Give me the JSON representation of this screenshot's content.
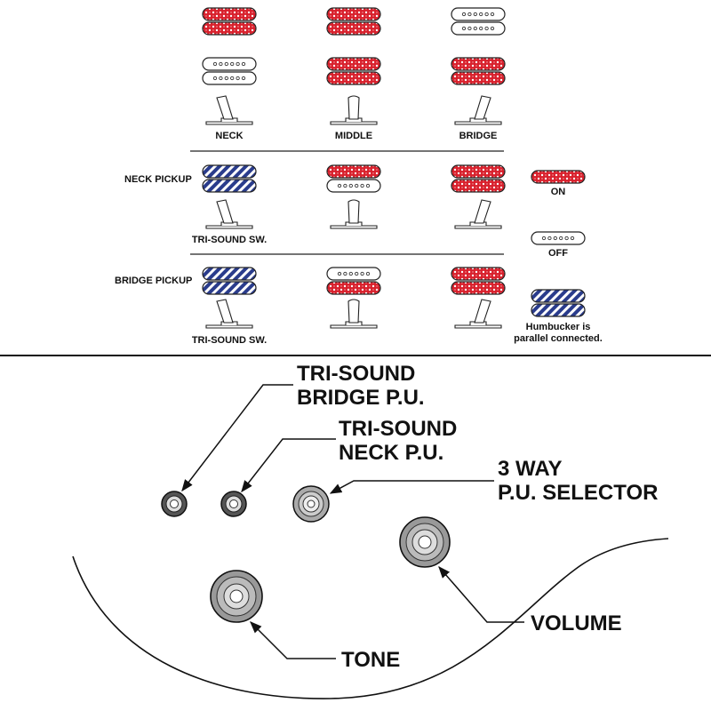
{
  "header_row": {
    "neck_label": "NECK",
    "middle_label": "MIDDLE",
    "bridge_label": "BRIDGE"
  },
  "neck_pickup_row": {
    "row_label": "NECK PICKUP",
    "switch_label": "TRI-SOUND SW."
  },
  "bridge_pickup_row": {
    "row_label": "BRIDGE PICKUP",
    "switch_label": "TRI-SOUND SW."
  },
  "legend": {
    "on_label": "ON",
    "off_label": "OFF",
    "parallel_line1": "Humbucker is",
    "parallel_line2": "parallel connected."
  },
  "controls": {
    "tri_sound_bridge_line1": "TRI-SOUND",
    "tri_sound_bridge_line2": "BRIDGE P.U.",
    "tri_sound_neck_line1": "TRI-SOUND",
    "tri_sound_neck_line2": "NECK P.U.",
    "selector_line1": "3 WAY",
    "selector_line2": "P.U. SELECTOR",
    "volume_label": "VOLUME",
    "tone_label": "TONE"
  },
  "colors": {
    "on_red": "#d8202c",
    "parallel_blue": "#2a3c8c",
    "ink": "#111111"
  }
}
